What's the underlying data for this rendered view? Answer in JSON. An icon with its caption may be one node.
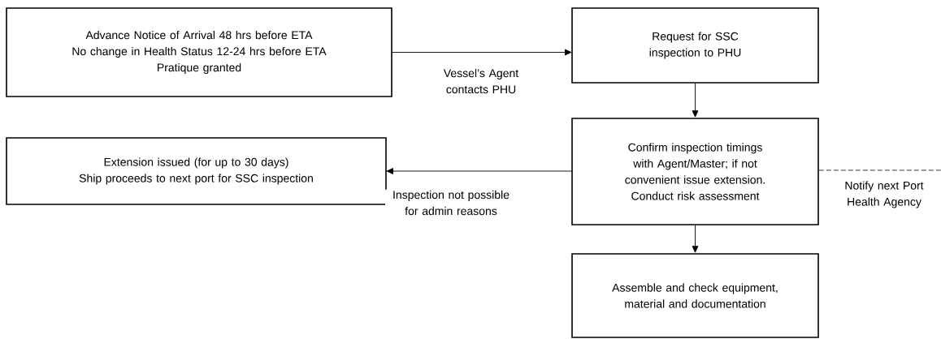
{
  "diagram": {
    "nodes": [
      {
        "text": [
          "Advance Notice of Arrival 48 hrs before ETA",
          "No change in Health Status 12-24 hrs before ETA",
          "Pratique granted"
        ]
      },
      {
        "text": [
          "Request for SSC inspection to PHU"
        ]
      },
      {
        "text": [
          "Confirm inspection timings with Agent/Master; if not convenient issue extension. Conduct risk assessment"
        ]
      },
      {
        "text": [
          "Extension issued (for up to 30 days)",
          "Ship proceeds to next port for SSC inspection"
        ]
      },
      {
        "text": [
          "Assemble and check equipment, material and documentation"
        ]
      }
    ],
    "edges": [
      {
        "from": 0,
        "to": 1,
        "arrow": "to",
        "label": "Vessel’s Agent contacts PHU"
      },
      {
        "from": 1,
        "to": 2,
        "arrow": "to"
      },
      {
        "from": 2,
        "to": 3,
        "arrow": "to",
        "label": "Inspection not possible for admin reasons"
      },
      {
        "from": 2,
        "to": 4,
        "arrow": "to"
      },
      {
        "from": 2,
        "to": null,
        "arrow": "none",
        "style": "dashed",
        "label": "Notify next Port Health Agency"
      }
    ]
  }
}
